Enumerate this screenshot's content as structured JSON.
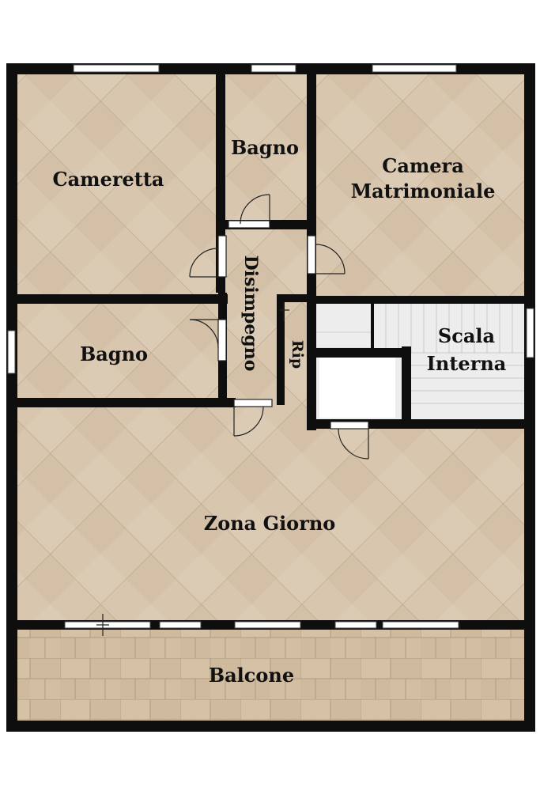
{
  "plan": {
    "rooms": {
      "cameretta": "Cameretta",
      "bagno_top": "Bagno",
      "camera_line1": "Camera",
      "camera_line2": "Matrimoniale",
      "disimpegno": "Disimpegno",
      "bagno_left": "Bagno",
      "ripostiglio": "Rip",
      "scala_line1": "Scala",
      "scala_line2": "Interna",
      "zona_giorno": "Zona Giorno",
      "balcone": "Balcone"
    },
    "colors": {
      "wall": "#0e0e0e",
      "floor_tile": "#d7c5ad",
      "tile_line": "#b8a48a",
      "balcony_tile": "#cdb89c",
      "stair": "#ececec",
      "window": "#ffffff"
    }
  }
}
